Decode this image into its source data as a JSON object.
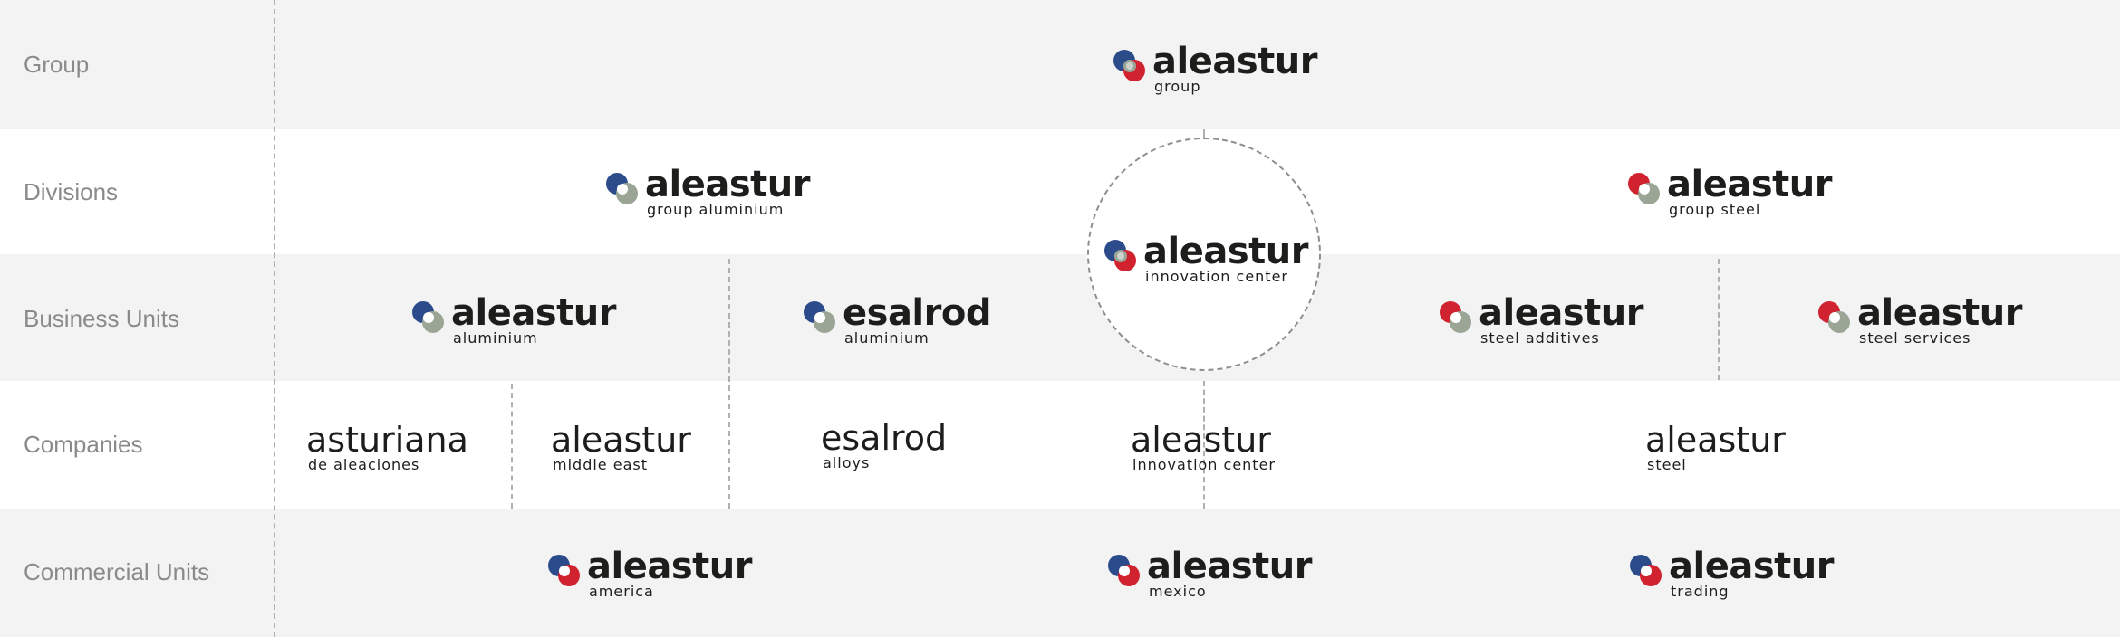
{
  "rows": {
    "group": "Group",
    "divisions": "Divisions",
    "business_units": "Business Units",
    "companies": "Companies",
    "commercial_units": "Commercial Units"
  },
  "colors": {
    "blue": "#2b4b8a",
    "red": "#d0222f",
    "sage": "#9aa596",
    "gray_band": "#f3f3f3",
    "text": "#1d1d1b"
  },
  "logos": {
    "group": {
      "name": "aleastur",
      "sub": "group"
    },
    "div_aluminium": {
      "name": "aleastur",
      "sub": "group aluminium"
    },
    "div_steel": {
      "name": "aleastur",
      "sub": "group steel"
    },
    "innovation": {
      "name": "aleastur",
      "sub": "innovation center"
    },
    "bu_aleastur_aluminium": {
      "name": "aleastur",
      "sub": "aluminium"
    },
    "bu_esalrod_aluminium": {
      "name": "esalrod",
      "sub": "aluminium"
    },
    "bu_steel_additives": {
      "name": "aleastur",
      "sub": "steel additives"
    },
    "bu_steel_services": {
      "name": "aleastur",
      "sub": "steel services"
    },
    "co_asturiana": {
      "name": "asturiana",
      "sub": "de aleaciones"
    },
    "co_middle_east": {
      "name": "aleastur",
      "sub": "middle east"
    },
    "co_esalrod_alloys": {
      "name": "esalrod",
      "sub": "alloys"
    },
    "co_innovation": {
      "name": "aleastur",
      "sub": "innovation center"
    },
    "co_steel": {
      "name": "aleastur",
      "sub": "steel"
    },
    "cu_america": {
      "name": "aleastur",
      "sub": "america"
    },
    "cu_mexico": {
      "name": "aleastur",
      "sub": "mexico"
    },
    "cu_trading": {
      "name": "aleastur",
      "sub": "trading"
    }
  }
}
